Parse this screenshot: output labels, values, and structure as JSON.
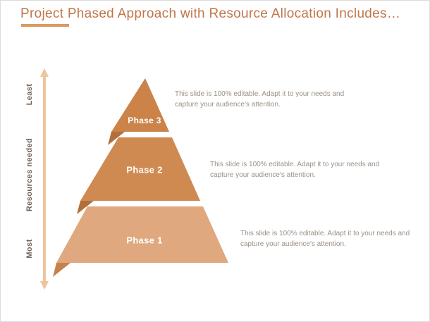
{
  "slide": {
    "title": "Project Phased Approach with Resource Allocation Includes…",
    "colors": {
      "title_text": "#c1764a",
      "title_accent": "#d79a62",
      "axis_arrow": "#ecc49e",
      "axis_label_text": "#6f6156",
      "phase3_fill": "#cb8349",
      "phase2_fill": "#cf8a52",
      "phase1_fill": "#dfa87e",
      "fold_dark": "#b26f3b",
      "fold_light": "#c5824e",
      "phase_label_text": "#ffffff",
      "description_text": "#9a9087"
    }
  },
  "axis": {
    "top_label": "Least",
    "middle_label": "Resources needed",
    "bottom_label": "Most"
  },
  "pyramid": {
    "levels": [
      {
        "label": "Phase 3",
        "description": "This slide is 100% editable. Adapt it to your needs and capture your audience's attention."
      },
      {
        "label": "Phase 2",
        "description": "This slide is 100% editable. Adapt it to your needs and capture your audience's attention."
      },
      {
        "label": "Phase 1",
        "description": "This slide is 100% editable. Adapt it to your needs and capture your audience's attention."
      }
    ]
  }
}
